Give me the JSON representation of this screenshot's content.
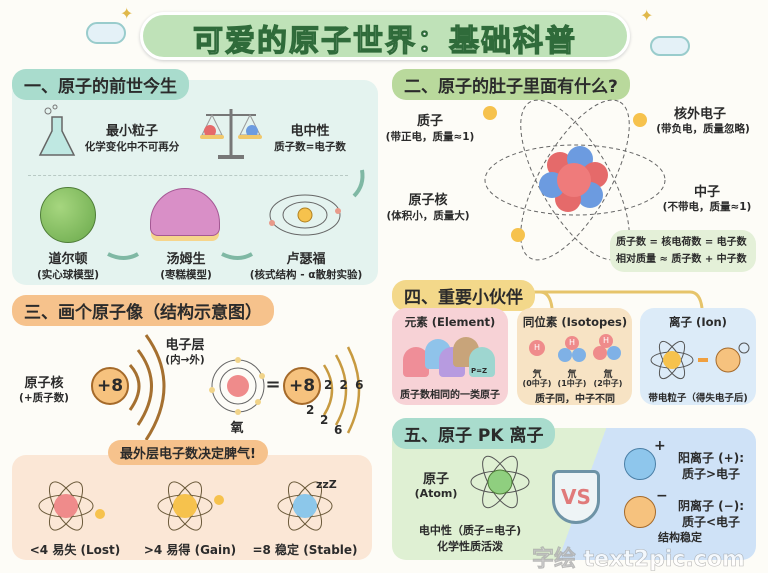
{
  "title": "可爱的原子世界：基础科普",
  "s1": {
    "header": "一、原子的前世今生",
    "smallest": {
      "title": "最小粒子",
      "desc": "化学变化中不可再分"
    },
    "neutral": {
      "title": "电中性",
      "desc": "质子数=电子数"
    },
    "models": [
      {
        "name": "道尔顿",
        "desc": "(实心球模型)"
      },
      {
        "name": "汤姆生",
        "desc": "(枣糕模型)"
      },
      {
        "name": "卢瑟福",
        "desc": "(核式结构 - α散射实验)"
      }
    ]
  },
  "s2": {
    "header": "二、原子的肚子里面有什么?",
    "proton": {
      "title": "质子",
      "desc": "(带正电，质量≈1)"
    },
    "electron": {
      "title": "核外电子",
      "desc": "(带负电，质量忽略)"
    },
    "nucleus": {
      "title": "原子核",
      "desc": "(体积小，质量大)"
    },
    "neutron": {
      "title": "中子",
      "desc": "(不带电，质量≈1)"
    },
    "formula1": "质子数 = 核电荷数 = 电子数",
    "formula2": "相对质量 ≈ 质子数 + 中子数"
  },
  "s3": {
    "header": "三、画个原子像（结构示意图）",
    "nucleus": {
      "title": "原子核",
      "desc": "(+质子数)"
    },
    "charge": "+8",
    "shell": {
      "title": "电子层",
      "desc": "(内→外)"
    },
    "oxygen": "氧",
    "equals": "=",
    "shell_numbers_top": [
      "2",
      "2",
      "6"
    ],
    "shell_numbers_bottom": [
      "2",
      "2",
      "6"
    ],
    "temper": "最外层电子数决定脾气!",
    "types": [
      "<4 易失 (Lost)",
      ">4 易得 (Gain)",
      "=8 稳定 (Stable)"
    ],
    "zzz": "zzZ"
  },
  "s4": {
    "header": "四、重要小伙伴",
    "element": {
      "title": "元素 (Element)",
      "desc": "质子数相同的一类原子",
      "badge": "P=Z"
    },
    "isotopes": {
      "title": "同位素 (Isotopes)",
      "desc": "质子同，中子不同",
      "items": [
        {
          "name": "氕",
          "n": "(0中子)"
        },
        {
          "name": "氘",
          "n": "(1中子)"
        },
        {
          "name": "氚",
          "n": "(2中子)"
        }
      ],
      "h": "H"
    },
    "ion": {
      "title": "离子 (Ion)",
      "desc": "带电粒子（得失电子后)"
    }
  },
  "s5": {
    "header": "五、原子 PK 离子",
    "atom": {
      "title": "原子",
      "en": "(Atom)",
      "desc1": "电中性（质子=电子)",
      "desc2": "化学性质活泼"
    },
    "vs": "VS",
    "cation": {
      "title": "阳离子 (+):",
      "desc": "质子>电子"
    },
    "anion": {
      "title": "阴离子 (−):",
      "desc": "质子<电子"
    },
    "stable": "结构稳定"
  },
  "watermark": "字绘 text2pic.com",
  "colors": {
    "teal": "#a9dccd",
    "green": "#b9d99c",
    "orange": "#f6c28c",
    "yellow": "#f3d88a",
    "proton": "#e56a6a",
    "neutron": "#6c9be0"
  }
}
